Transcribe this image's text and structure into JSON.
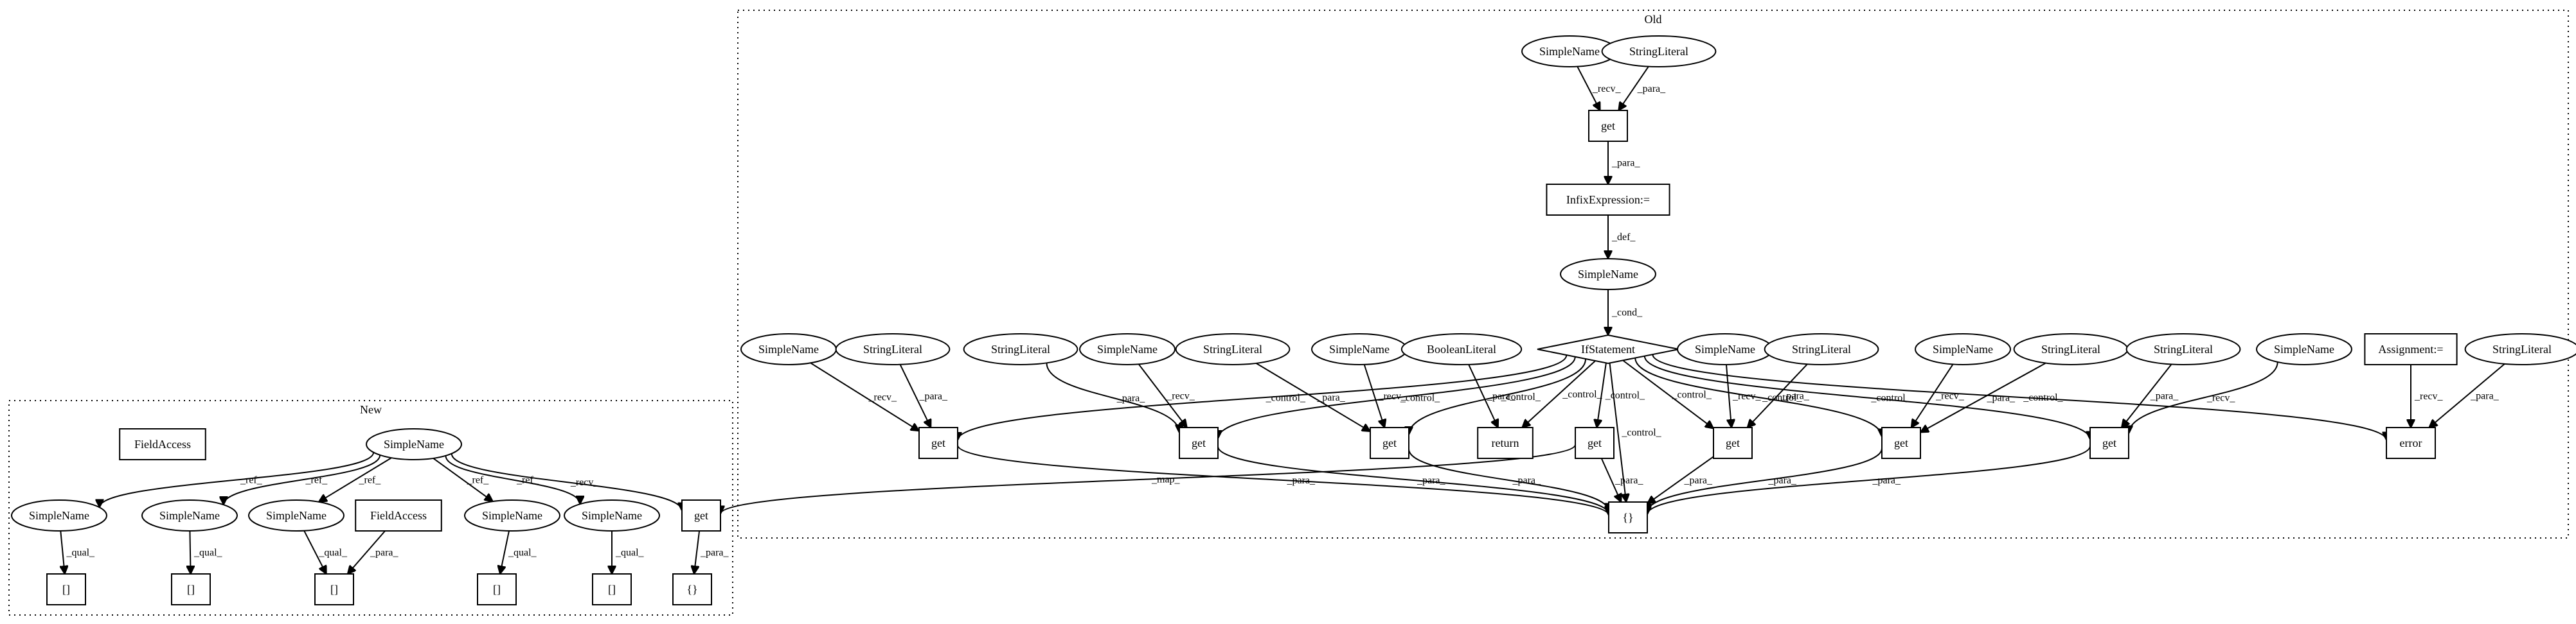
{
  "clusters": [
    {
      "id": "new",
      "label": "New"
    },
    {
      "id": "old",
      "label": "Old"
    }
  ],
  "nodes": [
    {
      "id": "n_fa1",
      "label": "FieldAccess",
      "shape": "box"
    },
    {
      "id": "n_sn",
      "label": "SimpleName",
      "shape": "ellipse"
    },
    {
      "id": "n_sn1",
      "label": "SimpleName",
      "shape": "ellipse"
    },
    {
      "id": "n_sn2",
      "label": "SimpleName",
      "shape": "ellipse"
    },
    {
      "id": "n_sn3",
      "label": "SimpleName",
      "shape": "ellipse"
    },
    {
      "id": "n_fa2",
      "label": "FieldAccess",
      "shape": "box"
    },
    {
      "id": "n_sn4",
      "label": "SimpleName",
      "shape": "ellipse"
    },
    {
      "id": "n_sn5",
      "label": "SimpleName",
      "shape": "ellipse"
    },
    {
      "id": "n_get",
      "label": "get",
      "shape": "box"
    },
    {
      "id": "n_a1",
      "label": "[]",
      "shape": "box"
    },
    {
      "id": "n_a2",
      "label": "[]",
      "shape": "box"
    },
    {
      "id": "n_a3",
      "label": "[]",
      "shape": "box"
    },
    {
      "id": "n_a4",
      "label": "[]",
      "shape": "box"
    },
    {
      "id": "n_a5",
      "label": "[]",
      "shape": "box"
    },
    {
      "id": "n_brace",
      "label": "{}",
      "shape": "box"
    },
    {
      "id": "o_snTop",
      "label": "SimpleName",
      "shape": "ellipse"
    },
    {
      "id": "o_slTop",
      "label": "StringLiteral",
      "shape": "ellipse"
    },
    {
      "id": "o_getTop",
      "label": "get",
      "shape": "box"
    },
    {
      "id": "o_infix",
      "label": "InfixExpression:=",
      "shape": "box"
    },
    {
      "id": "o_snMid",
      "label": "SimpleName",
      "shape": "ellipse"
    },
    {
      "id": "o_if",
      "label": "IfStatement",
      "shape": "diamond"
    },
    {
      "id": "o_sn1",
      "label": "SimpleName",
      "shape": "ellipse"
    },
    {
      "id": "o_sl1",
      "label": "StringLiteral",
      "shape": "ellipse"
    },
    {
      "id": "o_sl2",
      "label": "StringLiteral",
      "shape": "ellipse"
    },
    {
      "id": "o_sn2",
      "label": "SimpleName",
      "shape": "ellipse"
    },
    {
      "id": "o_sl3",
      "label": "StringLiteral",
      "shape": "ellipse"
    },
    {
      "id": "o_sn3",
      "label": "SimpleName",
      "shape": "ellipse"
    },
    {
      "id": "o_bool",
      "label": "BooleanLiteral",
      "shape": "ellipse"
    },
    {
      "id": "o_sn4",
      "label": "SimpleName",
      "shape": "ellipse"
    },
    {
      "id": "o_sl4",
      "label": "StringLiteral",
      "shape": "ellipse"
    },
    {
      "id": "o_sn5",
      "label": "SimpleName",
      "shape": "ellipse"
    },
    {
      "id": "o_sl5",
      "label": "StringLiteral",
      "shape": "ellipse"
    },
    {
      "id": "o_sl6",
      "label": "StringLiteral",
      "shape": "ellipse"
    },
    {
      "id": "o_sn6",
      "label": "SimpleName",
      "shape": "ellipse"
    },
    {
      "id": "o_assign",
      "label": "Assignment:=",
      "shape": "box"
    },
    {
      "id": "o_sl7",
      "label": "StringLiteral",
      "shape": "ellipse"
    },
    {
      "id": "o_get1",
      "label": "get",
      "shape": "box"
    },
    {
      "id": "o_get2",
      "label": "get",
      "shape": "box"
    },
    {
      "id": "o_get3",
      "label": "get",
      "shape": "box"
    },
    {
      "id": "o_return",
      "label": "return",
      "shape": "box"
    },
    {
      "id": "o_get4",
      "label": "get",
      "shape": "box"
    },
    {
      "id": "o_get5",
      "label": "get",
      "shape": "box"
    },
    {
      "id": "o_get6",
      "label": "get",
      "shape": "box"
    },
    {
      "id": "o_get7",
      "label": "get",
      "shape": "box"
    },
    {
      "id": "o_error",
      "label": "error",
      "shape": "box"
    },
    {
      "id": "o_brace",
      "label": "{}",
      "shape": "box"
    }
  ],
  "edges": [
    {
      "from": "n_sn",
      "to": "n_sn1",
      "label": "_ref_"
    },
    {
      "from": "n_sn",
      "to": "n_sn2",
      "label": "_ref_"
    },
    {
      "from": "n_sn",
      "to": "n_sn3",
      "label": "_ref_"
    },
    {
      "from": "n_sn",
      "to": "n_sn4",
      "label": "_ref_"
    },
    {
      "from": "n_sn",
      "to": "n_sn5",
      "label": "_ref_"
    },
    {
      "from": "n_sn",
      "to": "n_get",
      "label": "_recv_"
    },
    {
      "from": "n_sn1",
      "to": "n_a1",
      "label": "_qual_"
    },
    {
      "from": "n_sn2",
      "to": "n_a2",
      "label": "_qual_"
    },
    {
      "from": "n_sn3",
      "to": "n_a3",
      "label": "_qual_"
    },
    {
      "from": "n_fa2",
      "to": "n_a3",
      "label": "_para_"
    },
    {
      "from": "n_sn4",
      "to": "n_a4",
      "label": "_qual_"
    },
    {
      "from": "n_sn5",
      "to": "n_a5",
      "label": "_qual_"
    },
    {
      "from": "n_get",
      "to": "n_brace",
      "label": "_para_"
    },
    {
      "from": "o_snTop",
      "to": "o_getTop",
      "label": "_recv_"
    },
    {
      "from": "o_slTop",
      "to": "o_getTop",
      "label": "_para_"
    },
    {
      "from": "o_getTop",
      "to": "o_infix",
      "label": "_para_"
    },
    {
      "from": "o_infix",
      "to": "o_snMid",
      "label": "_def_"
    },
    {
      "from": "o_snMid",
      "to": "o_if",
      "label": "_cond_"
    },
    {
      "from": "o_if",
      "to": "o_get1",
      "label": "_control_"
    },
    {
      "from": "o_if",
      "to": "o_get2",
      "label": "_control_"
    },
    {
      "from": "o_if",
      "to": "o_get3",
      "label": "_control_"
    },
    {
      "from": "o_if",
      "to": "o_return",
      "label": "_control_"
    },
    {
      "from": "o_if",
      "to": "o_get4",
      "label": "_control_"
    },
    {
      "from": "o_if",
      "to": "o_brace",
      "label": "_control_"
    },
    {
      "from": "o_if",
      "to": "o_get5",
      "label": "_control_"
    },
    {
      "from": "o_if",
      "to": "o_get6",
      "label": "_control_"
    },
    {
      "from": "o_if",
      "to": "o_get7",
      "label": "_control_"
    },
    {
      "from": "o_if",
      "to": "o_error",
      "label": "_control_"
    },
    {
      "from": "o_sn1",
      "to": "o_get1",
      "label": "_recv_"
    },
    {
      "from": "o_sl1",
      "to": "o_get1",
      "label": "_para_"
    },
    {
      "from": "o_sl2",
      "to": "o_get2",
      "label": "_para_"
    },
    {
      "from": "o_sn2",
      "to": "o_get2",
      "label": "_recv_"
    },
    {
      "from": "o_sl3",
      "to": "o_get3",
      "label": "_para_"
    },
    {
      "from": "o_sn3",
      "to": "o_get3",
      "label": "_recv_"
    },
    {
      "from": "o_bool",
      "to": "o_return",
      "label": "_para_"
    },
    {
      "from": "o_sn4",
      "to": "o_get5",
      "label": "_recv_"
    },
    {
      "from": "o_sl4",
      "to": "o_get5",
      "label": "_para_"
    },
    {
      "from": "o_sn5",
      "to": "o_get6",
      "label": "_recv_"
    },
    {
      "from": "o_sl5",
      "to": "o_get6",
      "label": "_para_"
    },
    {
      "from": "o_sl6",
      "to": "o_get7",
      "label": "_para_"
    },
    {
      "from": "o_sn6",
      "to": "o_get7",
      "label": "_recv_"
    },
    {
      "from": "o_assign",
      "to": "o_error",
      "label": "_recv_"
    },
    {
      "from": "o_sl7",
      "to": "o_error",
      "label": "_para_"
    },
    {
      "from": "o_get1",
      "to": "o_brace",
      "label": "_para_"
    },
    {
      "from": "o_get2",
      "to": "o_brace",
      "label": "_para_"
    },
    {
      "from": "o_get3",
      "to": "o_brace",
      "label": "_para_"
    },
    {
      "from": "o_get4",
      "to": "o_brace",
      "label": "_para_"
    },
    {
      "from": "o_get5",
      "to": "o_brace",
      "label": "_para_"
    },
    {
      "from": "o_get6",
      "to": "o_brace",
      "label": "_para_"
    },
    {
      "from": "o_get7",
      "to": "o_brace",
      "label": "_para_"
    },
    {
      "from": "o_get4",
      "to": "n_get",
      "label": "_map_"
    }
  ]
}
